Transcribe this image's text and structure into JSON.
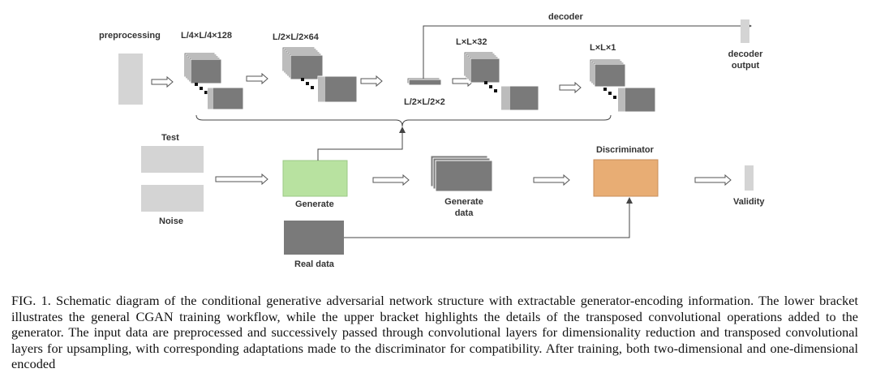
{
  "labels": {
    "preprocessing": "preprocessing",
    "layer_1": "L/4×L/4×128",
    "layer_2": "L/2×L/2×64",
    "layer_3": "L/2×L/2×2",
    "layer_4": "L×L×32",
    "layer_5": "L×L×1",
    "decoder": "decoder",
    "decoder_output_line1": "decoder",
    "decoder_output_line2": "output",
    "test": "Test",
    "noise": "Noise",
    "generate": "Generate",
    "generate_data_line1": "Generate",
    "generate_data_line2": "data",
    "discriminator": "Discriminator",
    "validity": "Validity",
    "real_data": "Real data"
  },
  "colors": {
    "gray_block": "#d4d4d4",
    "dark_block": "#7a7a7a",
    "generator": "#b8e2a0",
    "discriminator": "#e8ad74",
    "line": "#444444"
  },
  "caption": "FIG. 1. Schematic diagram of the conditional generative adversarial network structure with extractable generator-encoding information. The lower bracket illustrates the general CGAN training workflow, while the upper bracket highlights the details of the transposed convolutional operations added to the generator. The input data are preprocessed and successively passed through convolutional layers for dimensionality reduction and transposed convolutional layers for upsampling, with corresponding adaptations made to the discriminator for compatibility. After training, both two-dimensional and one-dimensional encoded"
}
